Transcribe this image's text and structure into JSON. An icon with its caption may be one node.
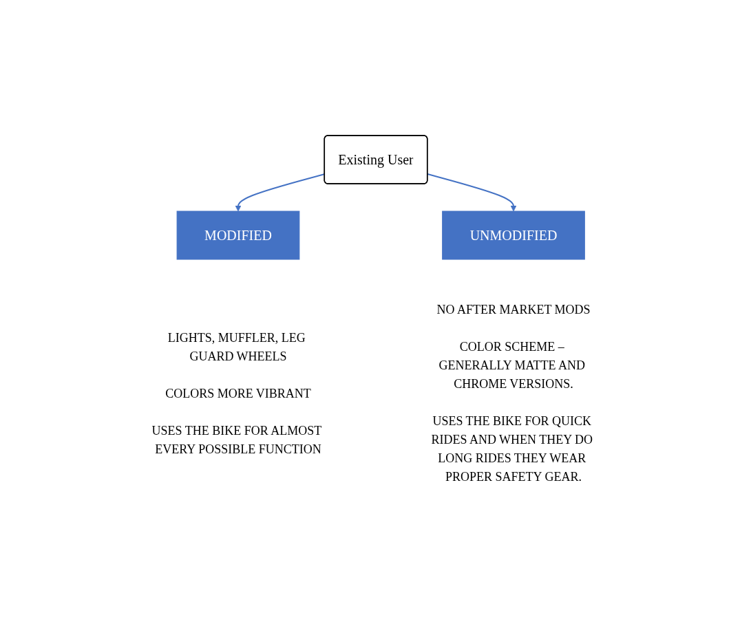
{
  "diagram": {
    "nodes": [
      {
        "text": [
          "Existing User"
        ]
      },
      {
        "text": [
          "MODIFIED"
        ],
        "beside": [
          "LIGHTS, MUFFLER, LEG GUARD WHEELS",
          "COLORS MORE VIBRANT",
          "USES THE BIKE FOR ALMOST EVERY POSSIBLE FUNCTION"
        ]
      },
      {
        "text": [
          "UNMODIFIED"
        ],
        "beside": [
          "NO AFTER MARKET MODS",
          "COLOR SCHEME – GENERALLY MATTE AND CHROME VERSIONS.",
          "USES THE BIKE FOR QUICK RIDES AND WHEN THEY DO LONG RIDES THEY WEAR PROPER SAFETY GEAR."
        ]
      }
    ],
    "edges": [
      {
        "from": 0,
        "to": 1,
        "arrow": "to",
        "color": "#4472c4"
      },
      {
        "from": 0,
        "to": 2,
        "arrow": "to",
        "color": "#4472c4"
      }
    ]
  }
}
